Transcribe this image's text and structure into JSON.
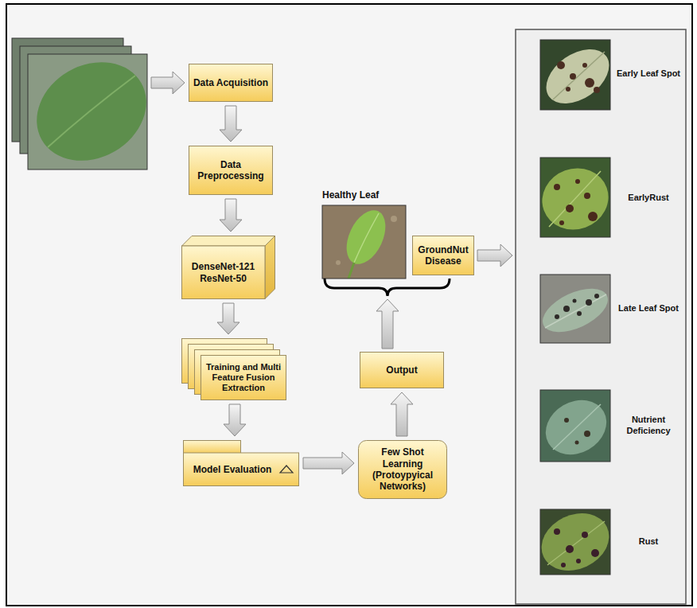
{
  "diagram": {
    "nodes": [
      {
        "text": [
          "Data Acquisition"
        ]
      },
      {
        "text": [
          "Data Preprocessing"
        ]
      },
      {
        "text": [
          "DenseNet-121 ResNet-50"
        ]
      },
      {
        "text": [
          "Training and Multi Feature Fusion Extraction"
        ]
      },
      {
        "text": [
          "Model Evaluation"
        ]
      },
      {
        "text": [
          "Few Shot Learning (Protoypyical Networks)"
        ]
      },
      {
        "text": [
          "Output"
        ]
      },
      {
        "text": [
          "GroundNut Disease"
        ]
      }
    ],
    "edges": [
      {
        "from": 0,
        "to": 1,
        "arrow": "to"
      },
      {
        "from": 1,
        "to": 2,
        "arrow": "to"
      },
      {
        "from": 2,
        "to": 3,
        "arrow": "to"
      },
      {
        "from": 3,
        "to": 4,
        "arrow": "to"
      },
      {
        "from": 4,
        "to": 5,
        "arrow": "to"
      },
      {
        "from": 5,
        "to": 6,
        "arrow": "to"
      }
    ],
    "labels": [
      "Healthy Leaf",
      "Early Leaf Spot",
      "EarlyRust",
      "Late Leaf Spot",
      "Nutrient Deficiency",
      "Rust"
    ]
  }
}
